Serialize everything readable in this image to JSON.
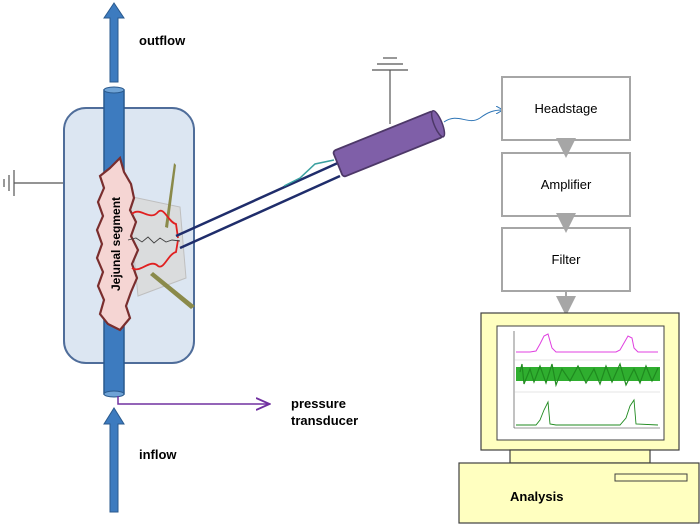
{
  "labels": {
    "outflow": "outflow",
    "inflow": "inflow",
    "pressure_transducer_line1": "pressure",
    "pressure_transducer_line2": "transducer",
    "jejunal_segment": "Jejunal segment",
    "analysis": "Analysis"
  },
  "signal_chain": [
    {
      "label": "Headstage"
    },
    {
      "label": "Amplifier"
    },
    {
      "label": "Filter"
    }
  ],
  "colors": {
    "bath_fill": "#dce6f2",
    "bath_stroke": "#4f6d9a",
    "tube": "#3d7bbf",
    "tissue_fill": "#f5d5d3",
    "tissue_stroke": "#7a2e2e",
    "nerve": "#e02020",
    "probe": "#7f5fa8",
    "electrode": "#1f2d6b",
    "pressure_line": "#7030a0",
    "box_stroke": "#a6a6a6",
    "arrow_gray": "#a6a6a6",
    "computer_fill": "#ffffc0",
    "trace_magenta": "#e040e0",
    "trace_green": "#1f8a1f",
    "trace_green_light": "#2fae2f"
  }
}
